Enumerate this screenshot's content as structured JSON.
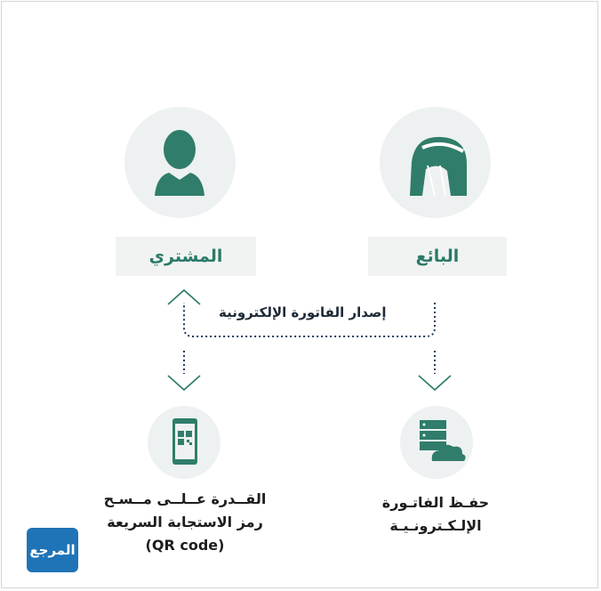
{
  "diagram": {
    "seller_label": "البائع",
    "buyer_label": "المشتري",
    "flow_label": "إصدار الفاتورة الإلكترونية",
    "seller_result": {
      "line1": "حفـظ  الفاتـورة",
      "line2": "الإلـكـترونـيـة"
    },
    "buyer_result": {
      "line1": "القــدرة عــلــى مــسـح",
      "line2": "رمز الاستجابة السريعة",
      "line3": "(QR code)"
    }
  },
  "logo": {
    "text": "المرجع"
  },
  "colors": {
    "accent": "#2b7a68",
    "circle_bg": "#eef1f1",
    "line": "#1e3a5f",
    "logo_bg": "#1f74b8"
  }
}
